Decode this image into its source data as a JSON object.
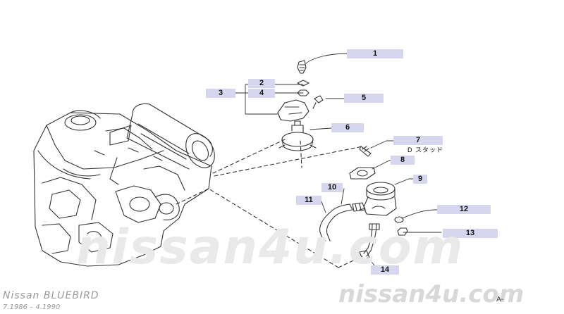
{
  "watermark": "nissan4u.com",
  "footer": {
    "model": "Nissan  BLUEBIRD",
    "years": "7.1986  –  4.1990",
    "page_ref": "A-"
  },
  "note_7": "D  スタッド",
  "callouts": [
    "1",
    "2",
    "3",
    "4",
    "5",
    "6",
    "7",
    "8",
    "9",
    "10",
    "11",
    "12",
    "13",
    "14"
  ],
  "colors": {
    "label_bg": "#d6d6ef",
    "line": "#333333"
  }
}
